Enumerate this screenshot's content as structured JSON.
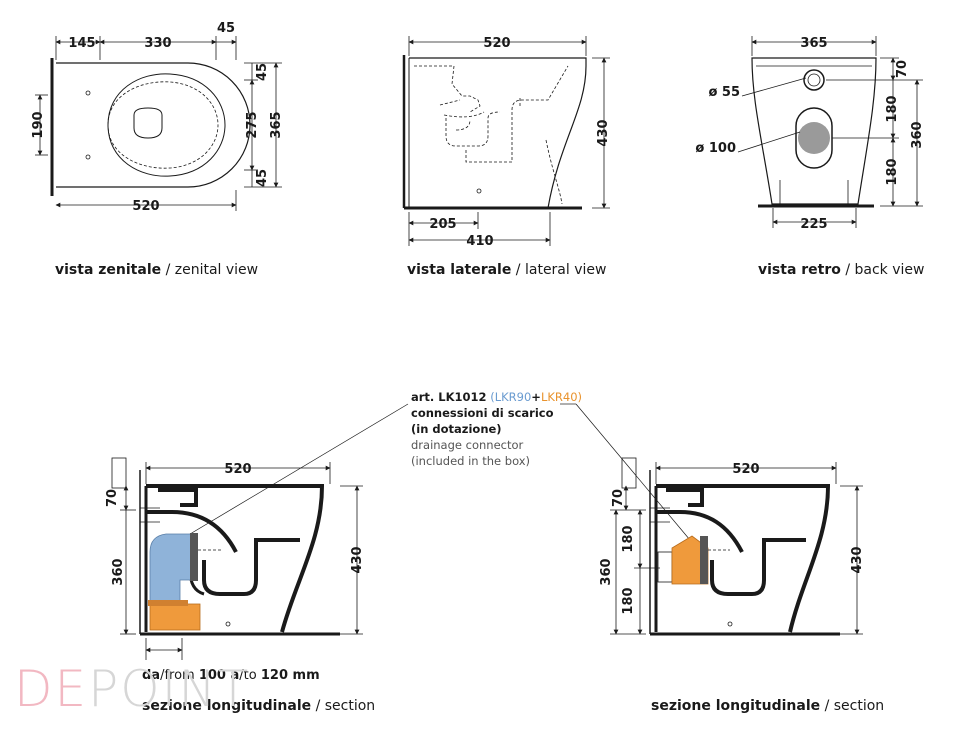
{
  "views": {
    "zenital": {
      "caption_it": "vista zenitale",
      "caption_en": "zenital view",
      "dims": {
        "w145": "145",
        "w330": "330",
        "w45": "45",
        "h45a": "45",
        "h275": "275",
        "h365": "365",
        "h45b": "45",
        "h190": "190",
        "w520": "520"
      }
    },
    "lateral": {
      "caption_it": "vista laterale",
      "caption_en": "lateral view",
      "dims": {
        "w520": "520",
        "h430": "430",
        "w205": "205",
        "w410": "410"
      }
    },
    "back": {
      "caption_it": "vista retro",
      "caption_en": "back view",
      "dims": {
        "w365": "365",
        "h70": "70",
        "h180a": "180",
        "h360": "360",
        "h180b": "180",
        "w225": "225",
        "d55": "ø 55",
        "d100": "ø 100"
      }
    },
    "section_left": {
      "caption_it": "sezione longitudinale",
      "caption_en": "section",
      "dims": {
        "w520": "520",
        "h70": "70",
        "h360": "360",
        "h430": "430"
      }
    },
    "section_right": {
      "caption_it": "sezione longitudinale",
      "caption_en": "section",
      "dims": {
        "w520": "520",
        "h70": "70",
        "h180a": "180",
        "h360": "360",
        "h180b": "180",
        "h430": "430"
      }
    }
  },
  "connector_note": {
    "art": "art. LK1012",
    "open": "(",
    "code_blue": "LKR90",
    "plus": "+",
    "code_orange": "LKR40",
    "close": ")",
    "line2": "connessioni di scarico",
    "line3": "(in dotazione)",
    "line4": "drainage connector",
    "line5": "(included in the box)"
  },
  "range_note": {
    "p1": "da",
    "p2": "/from ",
    "p3": "100",
    "p4": " a",
    "p5": "/to ",
    "p6": "120 mm"
  },
  "brand": {
    "part1": "DE",
    "part2": "POINT"
  },
  "colors": {
    "blue_pipe": "#8fb3d9",
    "orange_pipe": "#ef9a3c",
    "ink": "#1a1a1a"
  }
}
